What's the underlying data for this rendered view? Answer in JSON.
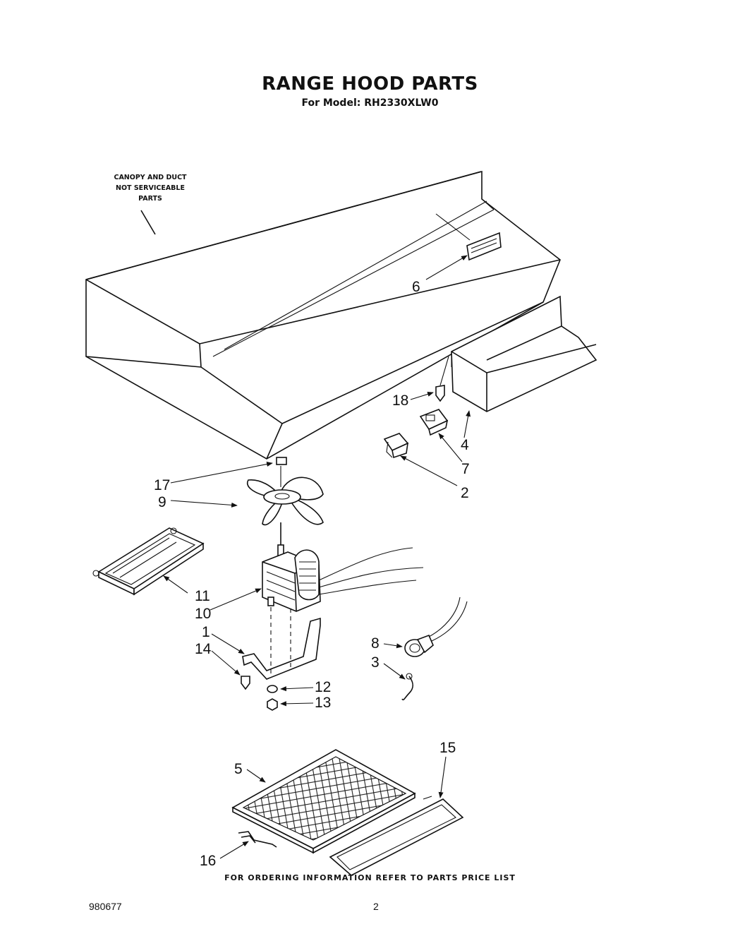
{
  "header": {
    "title": "RANGE HOOD PARTS",
    "subtitle": "For Model: RH2330XLW0"
  },
  "note": {
    "lines": [
      "CANOPY AND DUCT",
      "NOT SERVICEABLE",
      "PARTS"
    ]
  },
  "callouts": {
    "c1": "1",
    "c2": "2",
    "c3": "3",
    "c4": "4",
    "c5": "5",
    "c6": "6",
    "c7": "7",
    "c8": "8",
    "c9": "9",
    "c10": "10",
    "c11": "11",
    "c12": "12",
    "c13": "13",
    "c14": "14",
    "c15": "15",
    "c16": "16",
    "c17": "17",
    "c18": "18"
  },
  "footer": {
    "ordering": "FOR ORDERING INFORMATION REFER TO PARTS PRICE LIST",
    "doc_number": "980677",
    "page_number": "2"
  }
}
